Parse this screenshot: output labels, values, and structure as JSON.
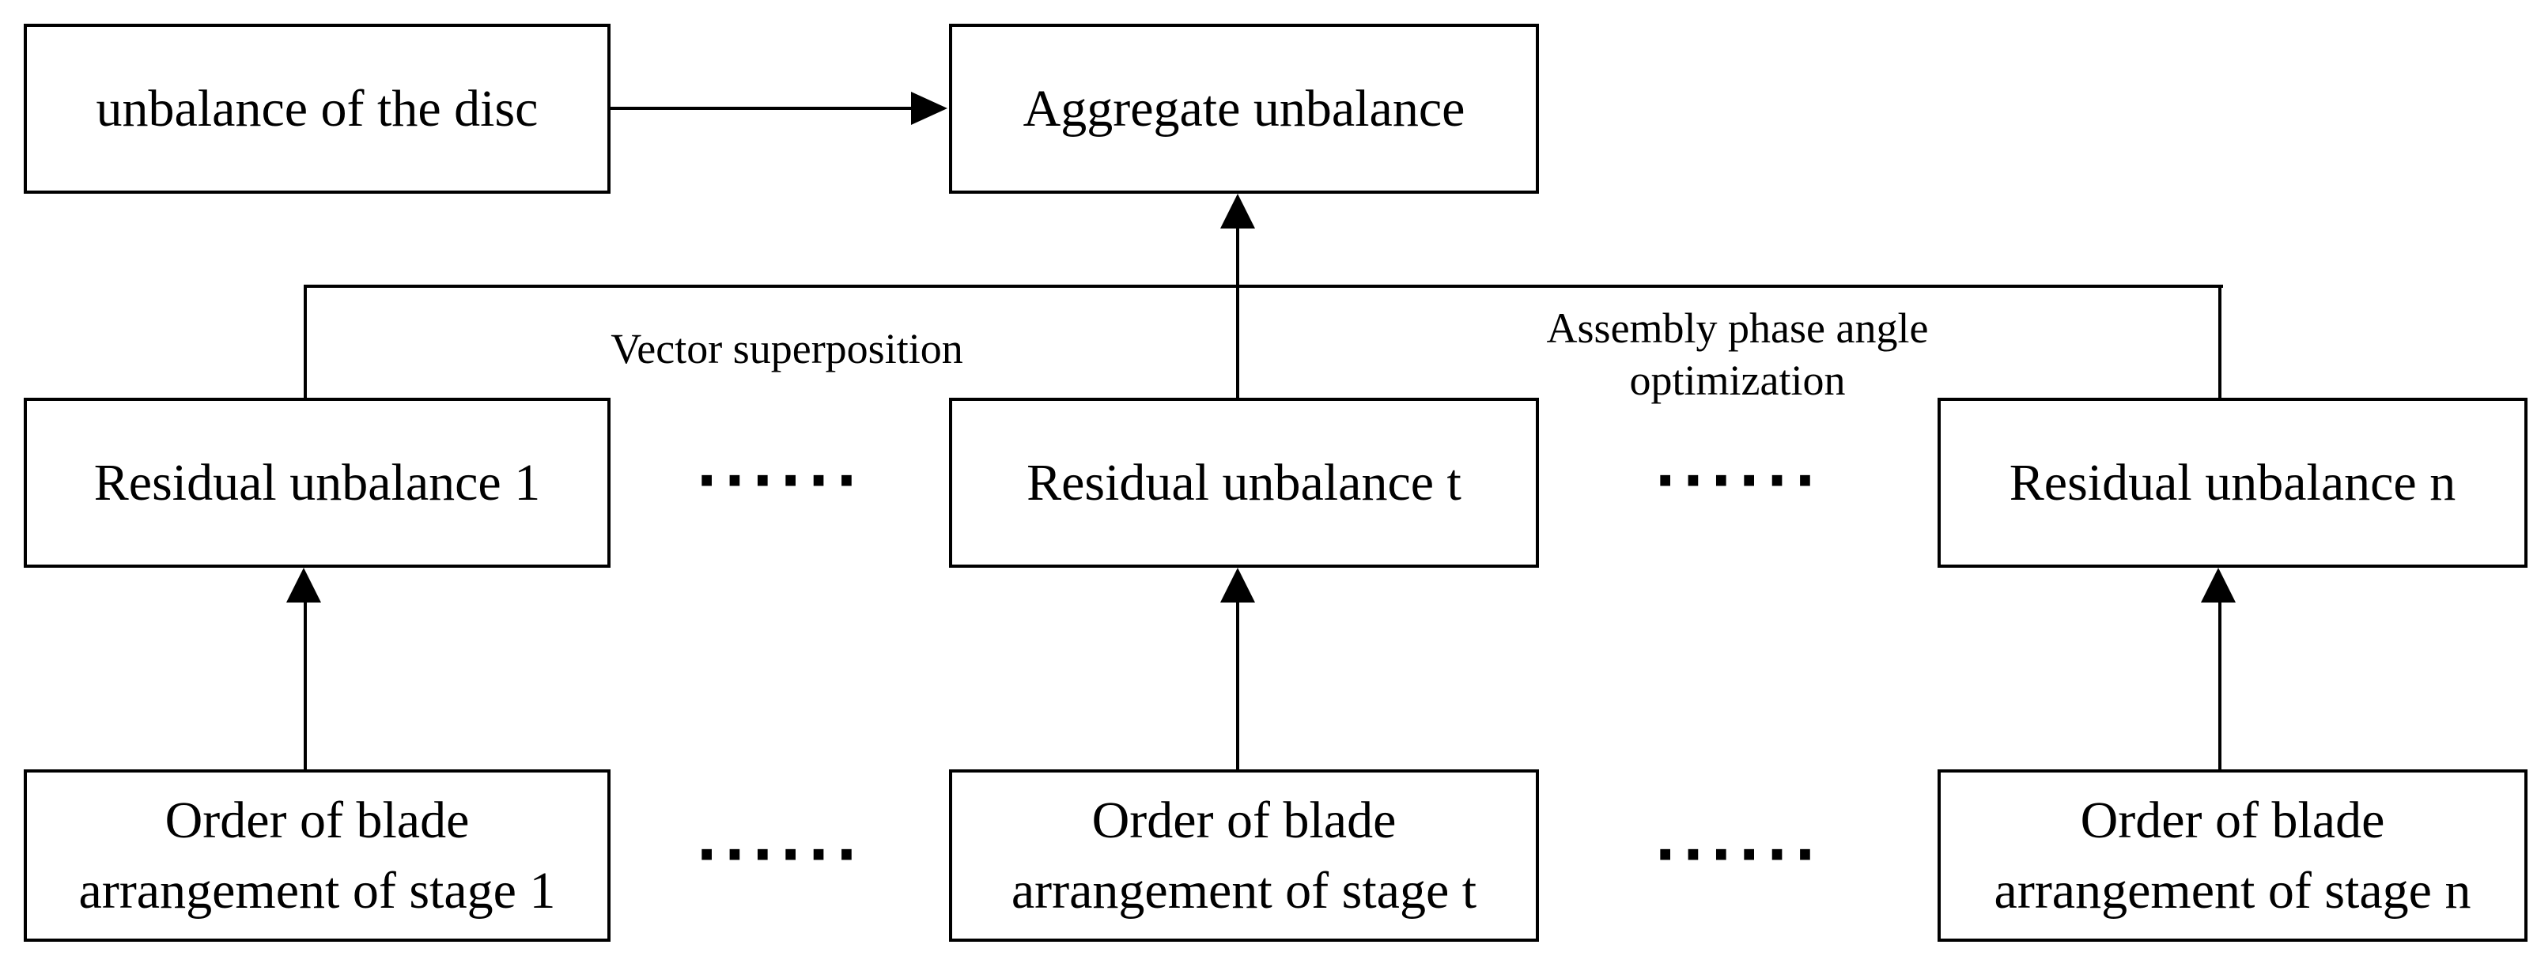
{
  "colors": {
    "line": "#000000",
    "background": "#ffffff",
    "text": "#000000"
  },
  "nodes": {
    "disc": "unbalance of the disc",
    "aggregate": "Aggregate unbalance",
    "residual_1": "Residual unbalance 1",
    "residual_t": "Residual unbalance t",
    "residual_n": "Residual unbalance n",
    "order_1_line1": "Order of blade",
    "order_1_line2": "arrangement of stage 1",
    "order_t_line1": "Order of blade",
    "order_t_line2": "arrangement of stage t",
    "order_n_line1": "Order of blade",
    "order_n_line2": "arrangement of stage n"
  },
  "edge_labels": {
    "vector_superposition": "Vector superposition",
    "assembly_line1": "Assembly phase angle",
    "assembly_line2": "optimization"
  },
  "ellipsis": "······"
}
